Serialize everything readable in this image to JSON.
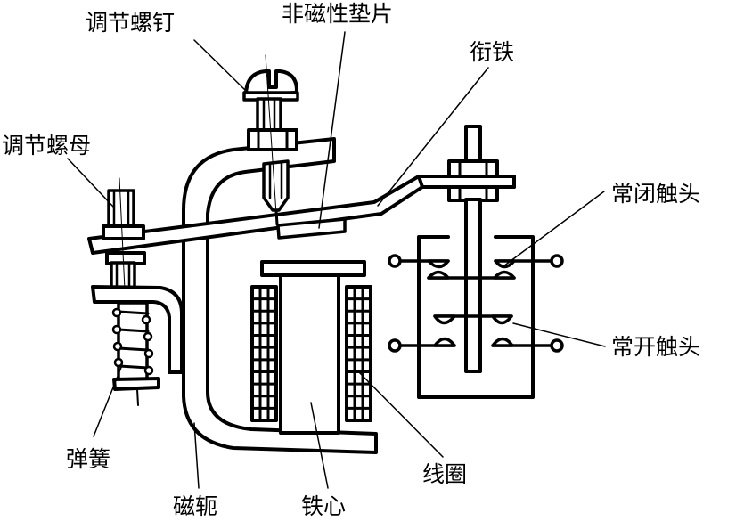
{
  "title": "电磁式继电器结构示意图",
  "colors": {
    "line": "#000000",
    "background": "#ffffff"
  },
  "labels": {
    "adjust_screw": "调节螺钉",
    "nonmagnetic_shim": "非磁性垫片",
    "armature": "衔铁",
    "adjust_nut": "调节螺母",
    "nc_contact": "常闭触头",
    "no_contact": "常开触头",
    "spring": "弹簧",
    "yoke": "磁轭",
    "iron_core": "铁心",
    "coil": "线圈"
  }
}
